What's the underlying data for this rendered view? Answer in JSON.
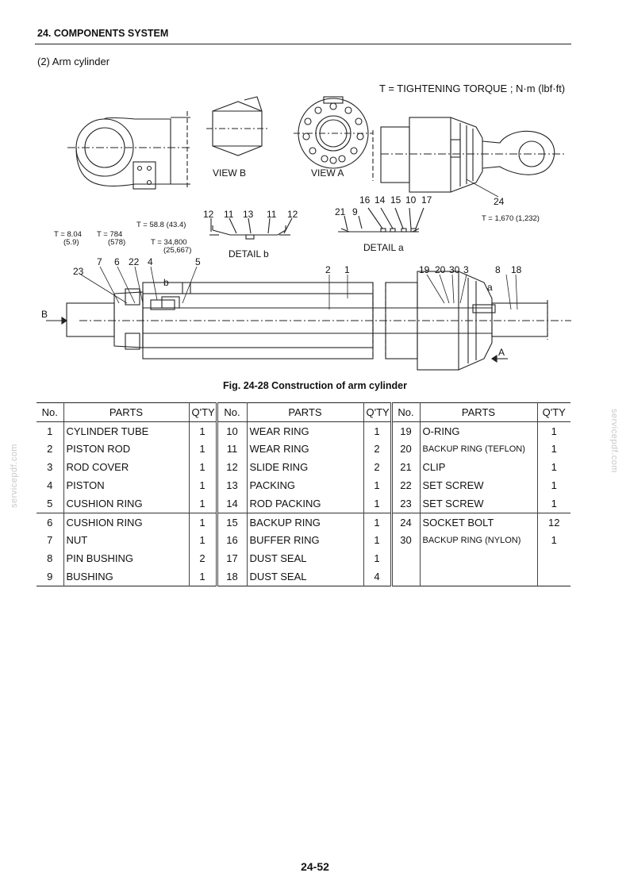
{
  "header": {
    "section": "24. COMPONENTS SYSTEM"
  },
  "subsection": "(2)  Arm cylinder",
  "torque_note": "T = TIGHTENING TORQUE ; N·m (lbf·ft)",
  "drawing": {
    "views": [
      "VIEW B",
      "VIEW A"
    ],
    "details": [
      "DETAIL b",
      "DETAIL a"
    ],
    "torques": [
      {
        "value": "T = 8.04",
        "alt": "(5.9)"
      },
      {
        "value": "T = 784",
        "alt": "(578)"
      },
      {
        "value": "T = 58.8 (43.4)"
      },
      {
        "value": "T = 34,800",
        "alt": "(25,667)"
      },
      {
        "value": "T = 1,670 (1,232)"
      }
    ],
    "callouts_detail_b": [
      "12",
      "11",
      "13",
      "11",
      "12"
    ],
    "callouts_detail_a": [
      "21",
      "9",
      "16",
      "14",
      "15",
      "10",
      "17"
    ],
    "callouts_main": [
      "23",
      "7",
      "6",
      "22",
      "4",
      "5",
      "2",
      "1",
      "19",
      "20",
      "30",
      "3",
      "8",
      "18",
      "24"
    ],
    "markers": [
      "b",
      "a",
      "B",
      "A"
    ]
  },
  "caption": "Fig. 24-28 Construction of arm cylinder",
  "table": {
    "headers": [
      "No.",
      "PARTS",
      "Q'TY",
      "No.",
      "PARTS",
      "Q'TY",
      "No.",
      "PARTS",
      "Q'TY"
    ],
    "rows": [
      [
        {
          "no": "1",
          "part": "CYLINDER TUBE",
          "qty": "1"
        },
        {
          "no": "10",
          "part": "WEAR RING",
          "qty": "1"
        },
        {
          "no": "19",
          "part": "O-RING",
          "qty": "1"
        }
      ],
      [
        {
          "no": "2",
          "part": "PISTON ROD",
          "qty": "1"
        },
        {
          "no": "11",
          "part": "WEAR RING",
          "qty": "2"
        },
        {
          "no": "20",
          "part": "BACKUP RING (TEFLON)",
          "qty": "1"
        }
      ],
      [
        {
          "no": "3",
          "part": "ROD COVER",
          "qty": "1"
        },
        {
          "no": "12",
          "part": "SLIDE RING",
          "qty": "2"
        },
        {
          "no": "21",
          "part": "CLIP",
          "qty": "1"
        }
      ],
      [
        {
          "no": "4",
          "part": "PISTON",
          "qty": "1"
        },
        {
          "no": "13",
          "part": "PACKING",
          "qty": "1"
        },
        {
          "no": "22",
          "part": "SET SCREW",
          "qty": "1"
        }
      ],
      [
        {
          "no": "5",
          "part": "CUSHION RING",
          "qty": "1"
        },
        {
          "no": "14",
          "part": "ROD PACKING",
          "qty": "1"
        },
        {
          "no": "23",
          "part": "SET SCREW",
          "qty": "1"
        }
      ],
      [
        {
          "no": "6",
          "part": "CUSHION RING",
          "qty": "1"
        },
        {
          "no": "15",
          "part": "BACKUP RING",
          "qty": "1"
        },
        {
          "no": "24",
          "part": "SOCKET BOLT",
          "qty": "12"
        }
      ],
      [
        {
          "no": "7",
          "part": "NUT",
          "qty": "1"
        },
        {
          "no": "16",
          "part": "BUFFER RING",
          "qty": "1"
        },
        {
          "no": "30",
          "part": "BACKUP RING (NYLON)",
          "qty": "1"
        }
      ],
      [
        {
          "no": "8",
          "part": "PIN BUSHING",
          "qty": "2"
        },
        {
          "no": "17",
          "part": "DUST SEAL",
          "qty": "1"
        },
        {
          "no": "",
          "part": "",
          "qty": ""
        }
      ],
      [
        {
          "no": "9",
          "part": "BUSHING",
          "qty": "1"
        },
        {
          "no": "18",
          "part": "DUST SEAL",
          "qty": "4"
        },
        {
          "no": "",
          "part": "",
          "qty": ""
        }
      ]
    ]
  },
  "watermark": "servicepdf.com",
  "page_number": "24-52"
}
